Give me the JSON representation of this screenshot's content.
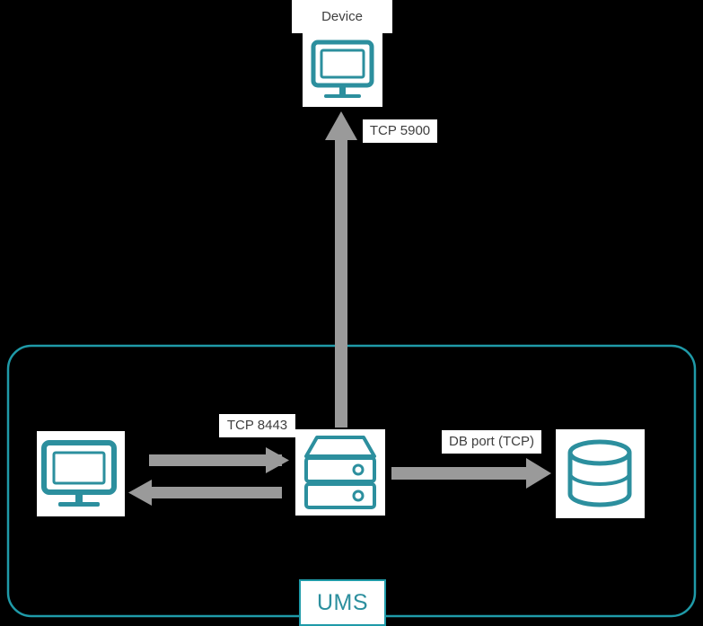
{
  "diagram": {
    "title_node": {
      "label": "Device"
    },
    "boundary": {
      "label": "UMS",
      "color": "#1f9aa8"
    },
    "connections": [
      {
        "id": "device-link",
        "label": "TCP 5900",
        "direction": "up"
      },
      {
        "id": "client-server-link",
        "label": "TCP 8443",
        "direction": "both"
      },
      {
        "id": "server-db-link",
        "label": "DB port (TCP)",
        "direction": "right"
      }
    ],
    "nodes": [
      {
        "id": "device",
        "icon": "monitor-icon",
        "label": "Device"
      },
      {
        "id": "client",
        "icon": "monitor-icon",
        "label": ""
      },
      {
        "id": "server",
        "icon": "server-icon",
        "label": ""
      },
      {
        "id": "database",
        "icon": "database-icon",
        "label": ""
      }
    ],
    "colors": {
      "accent": "#2c8f9e",
      "arrow": "#9a9a9a",
      "background": "#000000",
      "label_text": "#3f3f3f"
    }
  }
}
